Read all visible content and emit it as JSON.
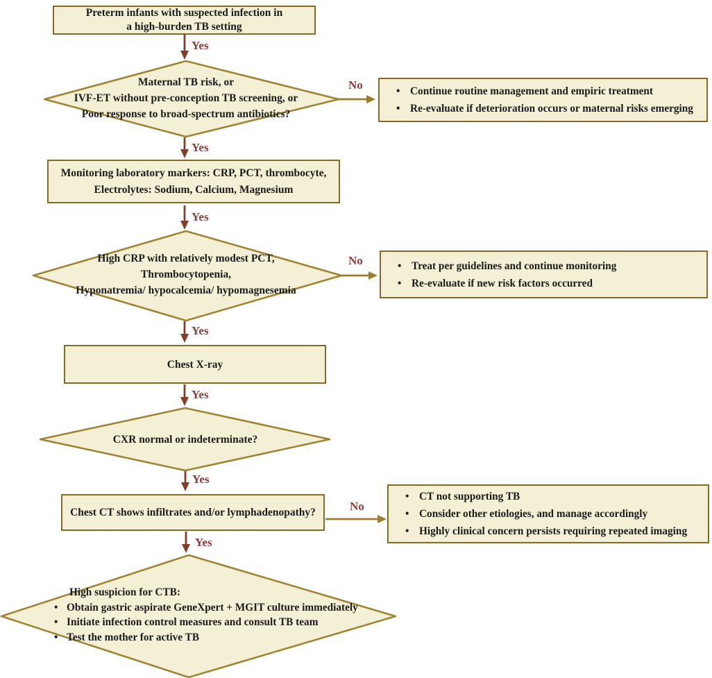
{
  "labels": {
    "yes": "Yes",
    "no": "No",
    "bullet": "•"
  },
  "colors": {
    "node_fill": "#f4f0d6",
    "rect_border": "#84692b",
    "diamond_border": "#9f8433",
    "down_arrow": "#833f2a",
    "side_arrow": "#9c7d2f",
    "branch_label": "#8f3d38",
    "text": "#1b1b1b",
    "background": "#ffffff"
  },
  "nodes": {
    "start": {
      "text": "Preterm infants with suspected infection in\na high-burden TB setting"
    },
    "decision_maternal": {
      "text": "Maternal TB risk, or\nIVF-ET without pre-conception TB screening, or\nPoor response to broad-spectrum antibiotics?"
    },
    "outcome_routine": {
      "bullets": [
        "Continue routine management and empiric treatment",
        "Re-evaluate if deterioration occurs or maternal risks emerging"
      ]
    },
    "monitor_labs": {
      "text": "Monitoring laboratory markers: CRP, PCT, thrombocyte,\nElectrolytes: Sodium, Calcium, Magnesium"
    },
    "decision_labs": {
      "text": "High CRP with relatively modest PCT,\nThrombocytopenia,\nHyponatremia/ hypocalcemia/ hypomagnesemia"
    },
    "outcome_guidelines": {
      "bullets": [
        "Treat per guidelines and continue monitoring",
        "Re-evaluate if new risk factors occurred"
      ]
    },
    "chest_xray": {
      "text": "Chest X-ray"
    },
    "decision_cxr": {
      "text": "CXR normal or indeterminate?"
    },
    "chest_ct": {
      "text": "Chest CT shows infiltrates and/or lymphadenopathy?"
    },
    "outcome_ct": {
      "bullets": [
        "CT not supporting TB",
        "Consider other etiologies, and manage accordingly",
        "Highly clinical concern persists requiring repeated imaging"
      ]
    },
    "high_suspicion": {
      "title": "High suspicion for CTB:",
      "bullets": [
        "Obtain gastric aspirate GeneXpert + MGIT culture immediately",
        "Initiate infection control measures and consult TB team",
        "Test the mother for active TB"
      ]
    }
  }
}
